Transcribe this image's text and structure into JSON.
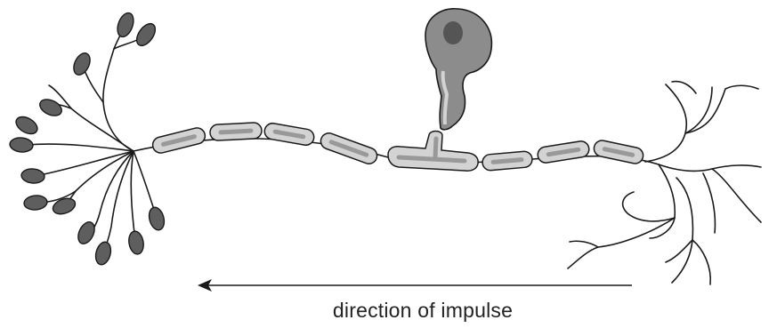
{
  "diagram": {
    "caption": "direction of impulse",
    "colors": {
      "line": "#1a1a1a",
      "sheath_fill": "#d3d3d3",
      "sheath_inner": "#999999",
      "cell_body": "#8c8c8c",
      "nucleus": "#555555",
      "terminal_bulb": "#5e5e5e"
    },
    "parts": [
      "axon-terminal-bulbs",
      "myelin-sheath-segments",
      "cell-body-with-nucleus",
      "dendrites",
      "impulse-arrow"
    ]
  }
}
